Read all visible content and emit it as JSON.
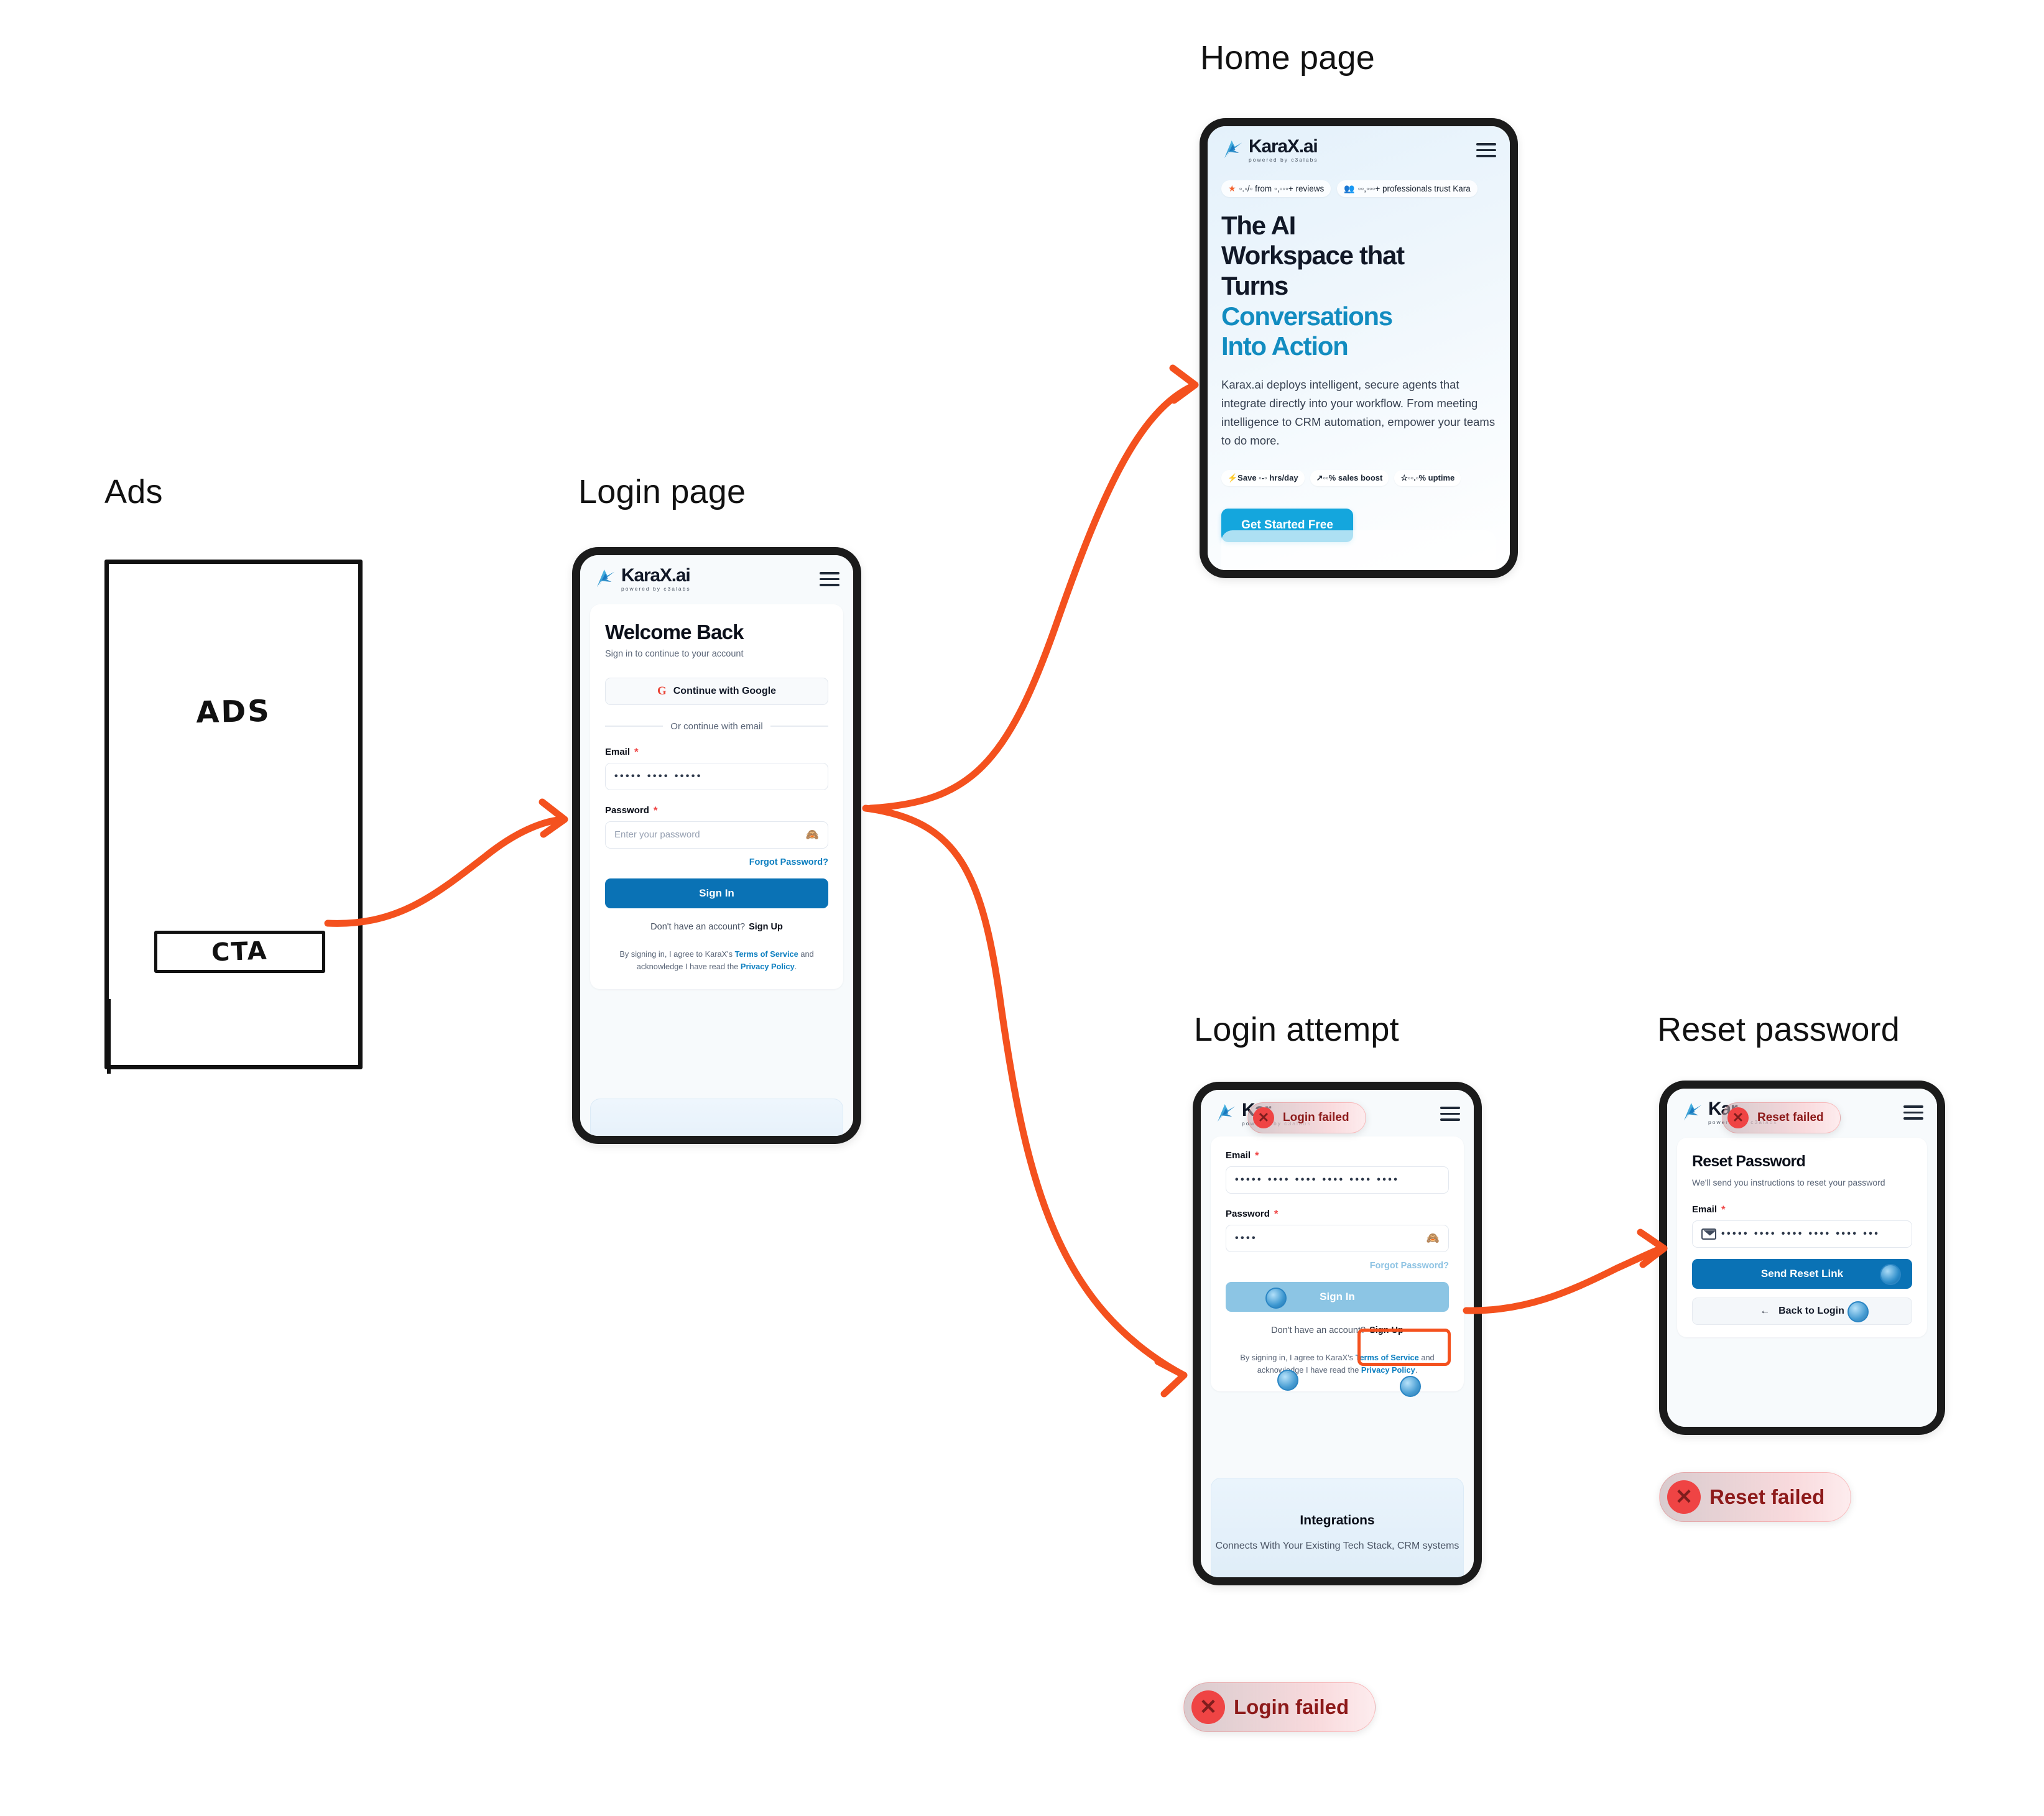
{
  "sections": {
    "ads": "Ads",
    "login_page": "Login page",
    "home_page": "Home page",
    "login_attempt": "Login attempt",
    "reset_password": "Reset password"
  },
  "ads_sketch": {
    "body_label": "ADS",
    "cta_label": "CTA"
  },
  "brand": {
    "name": "KaraX.ai",
    "tagline": "powered by c3alabs",
    "short_name": "Kar",
    "menu_icon": "hamburger-menu-icon"
  },
  "colors": {
    "accent_blue": "#14a6dd",
    "primary_blue": "#0a72b5",
    "link_blue": "#0d7fc0",
    "arrow_orange": "#f4511e",
    "error_red": "#ef4444",
    "heading_dark": "#111827"
  },
  "home": {
    "badges": [
      {
        "icon": "star-icon",
        "text": "◦.◦/◦ from ◦,◦◦◦+ reviews"
      },
      {
        "icon": "people-icon",
        "text": "◦◦,◦◦◦+ professionals trust Kara"
      }
    ],
    "headline_line1": "The AI",
    "headline_line2": "Workspace that",
    "headline_line3": "Turns",
    "headline_accent1": "Conversations",
    "headline_accent2": "Into Action",
    "body": "Karax.ai deploys intelligent, secure agents that integrate directly into your workflow. From meeting intelligence to CRM automation, empower your teams to do more.",
    "stats": [
      "⚡Save ◦-◦ hrs/day",
      "↗◦◦% sales boost",
      "☆◦◦.◦% uptime"
    ],
    "cta": "Get Started Free"
  },
  "login": {
    "title": "Welcome Back",
    "subtitle": "Sign in to continue to your account",
    "google_button": "Continue with Google",
    "google_icon": "google-g-icon",
    "divider": "Or continue with email",
    "email_label": "Email",
    "email_value": "••••• •••• •••••",
    "password_label": "Password",
    "password_placeholder": "Enter your password",
    "password_toggle_icon": "eye-off-icon",
    "forgot": "Forgot Password?",
    "submit": "Sign In",
    "signup_prompt": "Don't have an account?",
    "signup_link": "Sign Up",
    "legal_pre": "By signing in, I agree to KaraX's ",
    "legal_tos": "Terms of Service",
    "legal_mid": " and acknowledge I have read the ",
    "legal_privacy": "Privacy Policy",
    "legal_end": "."
  },
  "attempt": {
    "toast": "Login failed",
    "toast_icon": "error-x-icon",
    "email_label": "Email",
    "email_value": "••••• •••• •••• •••• •••• ••••",
    "password_label": "Password",
    "password_value": "••••",
    "password_toggle_icon": "eye-off-icon",
    "forgot": "Forgot Password?",
    "submit": "Sign In",
    "signup_prompt": "Don't have an account?",
    "signup_link": "Sign Up",
    "legal_pre": "By signing in, I agree to KaraX's ",
    "legal_tos": "Terms of Service",
    "legal_mid": " and acknowledge I have read the ",
    "legal_privacy": "Privacy Policy",
    "legal_end": ".",
    "integrations_title": "Integrations",
    "integrations_body": "Connects With Your Existing Tech Stack, CRM systems",
    "big_toast": "Login failed"
  },
  "reset": {
    "toast": "Reset failed",
    "toast_icon": "error-x-icon",
    "title": "Reset Password",
    "subtitle": "We'll send you instructions to reset your password",
    "email_label": "Email",
    "email_icon": "envelope-icon",
    "email_value": "••••• •••• •••• •••• •••• •••",
    "submit": "Send Reset Link",
    "back": "Back to Login",
    "back_icon": "arrow-left-icon",
    "big_toast": "Reset failed"
  }
}
